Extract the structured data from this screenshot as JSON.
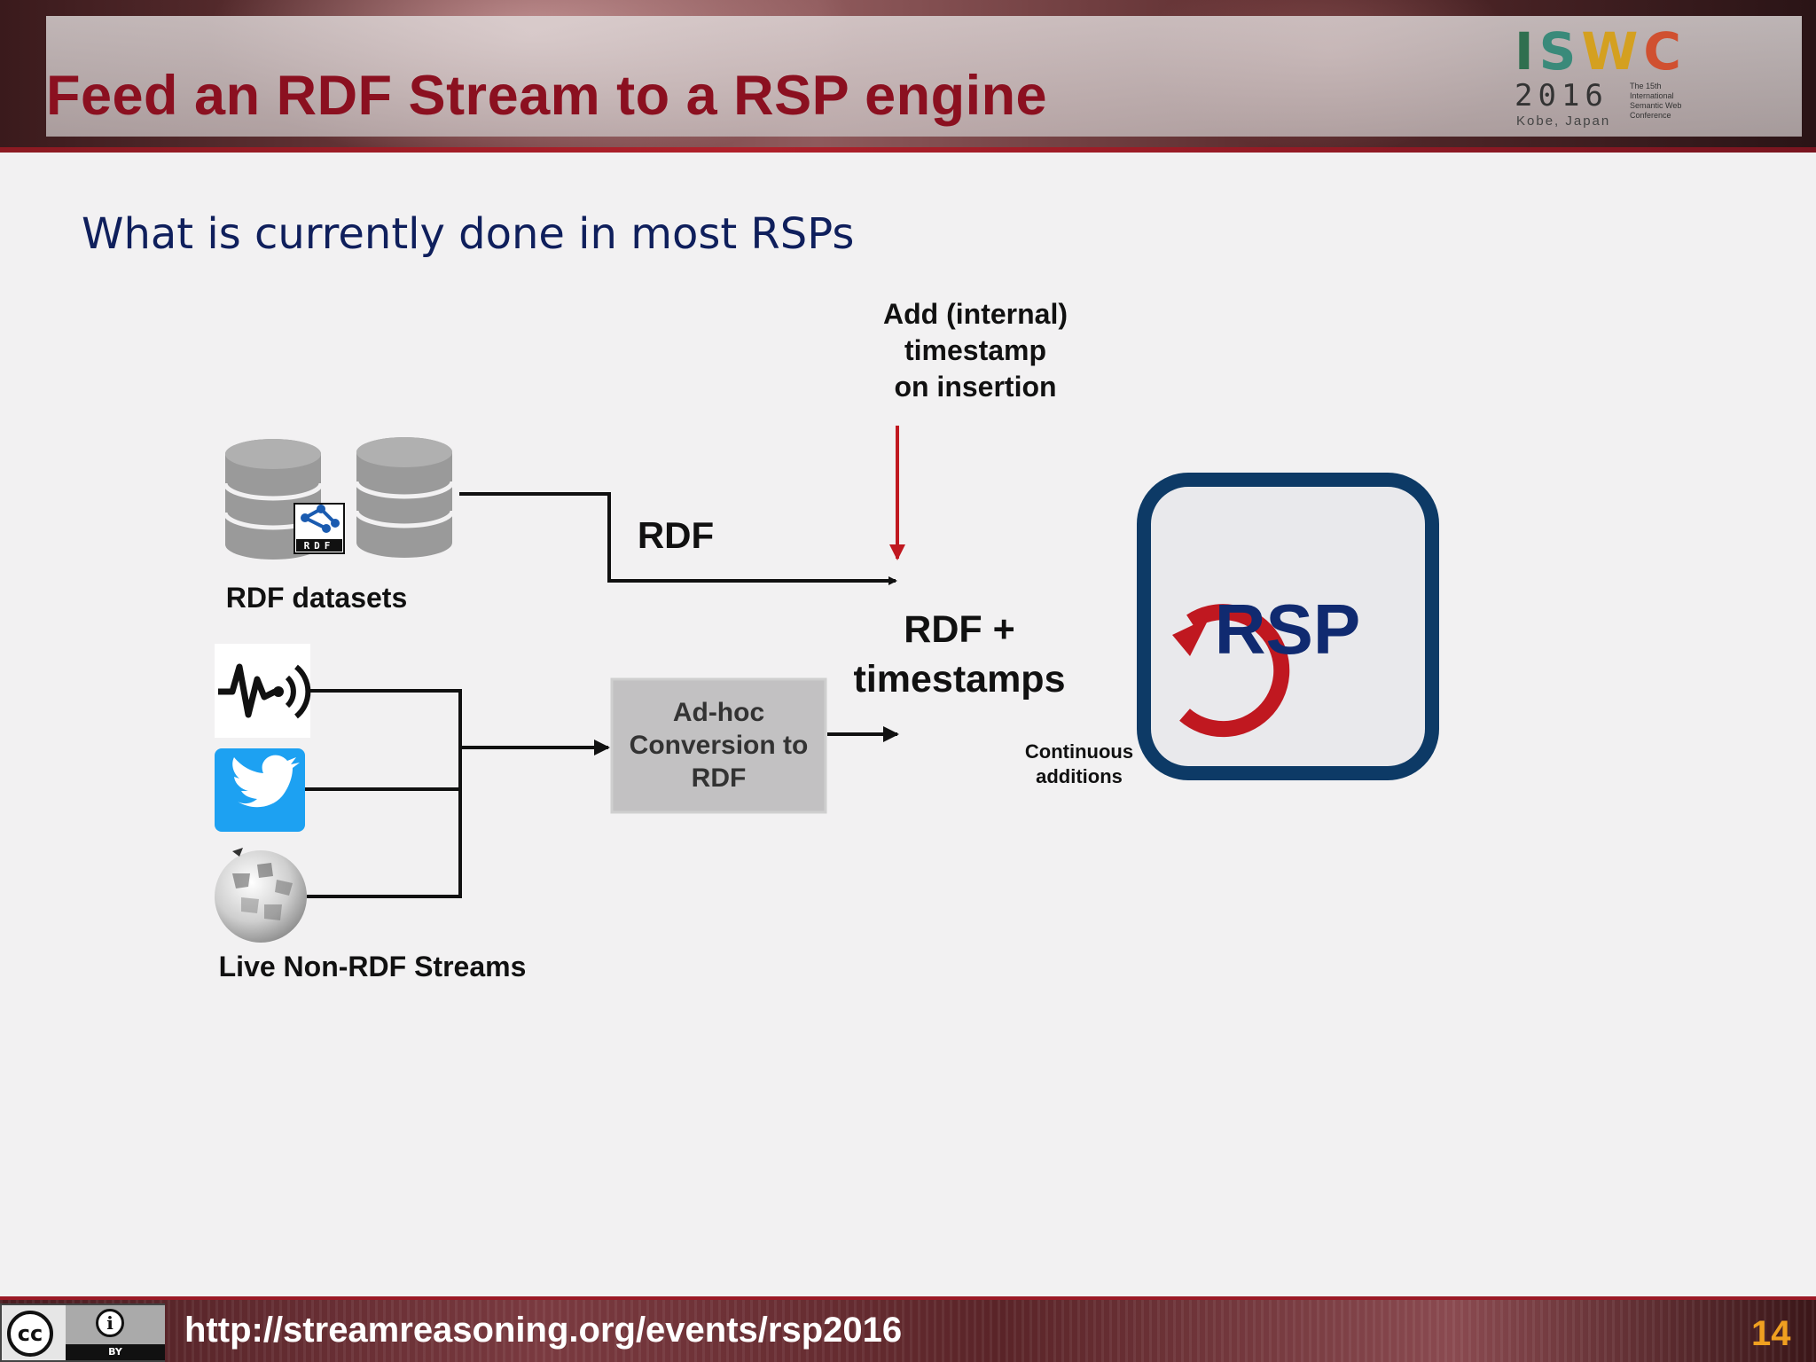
{
  "header": {
    "title": "Feed an RDF Stream to a RSP engine",
    "logo": {
      "letters": "ISWC",
      "year": "2016",
      "place": "Kobe, Japan",
      "conference": "The 15th International Semantic Web Conference"
    }
  },
  "subtitle": "What is currently done in most RSPs",
  "diagram": {
    "rdf_datasets_label": "RDF datasets",
    "rdf_logo_text": "RDF",
    "rdf_edge_label": "RDF",
    "timestamp_note": [
      "Add (internal)",
      "timestamp",
      "on insertion"
    ],
    "conversion_box": [
      "Ad-hoc",
      "Conversion to",
      "RDF"
    ],
    "rdf_plus_timestamps": [
      "RDF +",
      "timestamps"
    ],
    "continuous_additions": [
      "Continuous",
      "additions"
    ],
    "rsp_label": "RSP",
    "live_streams_label": "Live Non-RDF Streams",
    "sources": [
      "sensor-icon",
      "twitter-icon",
      "wikipedia-icon"
    ]
  },
  "colors": {
    "title": "#8b1020",
    "subtitle": "#0f1f5c",
    "rsp_border": "#0d3a66",
    "rsp_text": "#102a70",
    "arrow_red": "#c01820",
    "twitter_blue": "#1da1f2",
    "page_number": "#f0a020"
  },
  "footer": {
    "license": "cc",
    "license_by": "BY",
    "url": "http://streamreasoning.org/events/rsp2016",
    "page_number": "14"
  }
}
